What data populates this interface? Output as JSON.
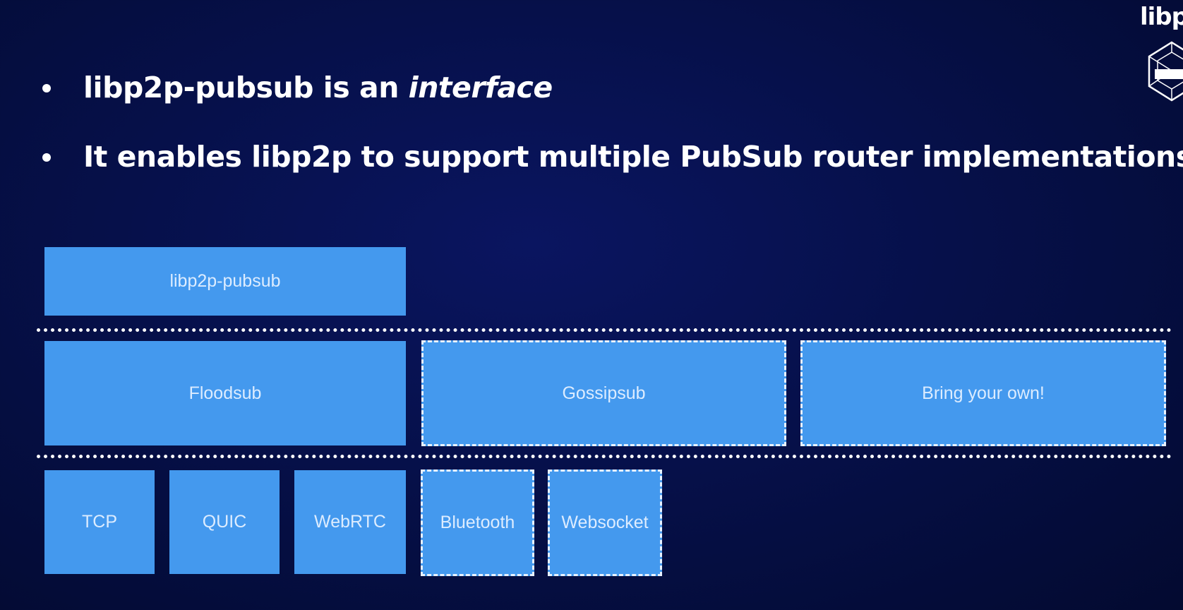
{
  "slide": {
    "bullet_1": {
      "prefix": "libp2p-pubsub is an ",
      "emphasis": "interface"
    },
    "bullet_2": {
      "text": "It enables libp2p to support multiple PubSub router implementations"
    },
    "logo_text": "libp"
  },
  "diagram": {
    "interface_layer": {
      "label": "libp2p-pubsub"
    },
    "routers": [
      {
        "label": "Floodsub",
        "style": "solid"
      },
      {
        "label": "Gossipsub",
        "style": "dashed"
      },
      {
        "label": "Bring your own!",
        "style": "dashed"
      }
    ],
    "transports": [
      {
        "label": "TCP",
        "style": "solid"
      },
      {
        "label": "QUIC",
        "style": "solid"
      },
      {
        "label": "WebRTC",
        "style": "solid"
      },
      {
        "label": "Bluetooth",
        "style": "dashed"
      },
      {
        "label": "Websocket",
        "style": "dashed"
      }
    ]
  },
  "colors": {
    "background": "#06104a",
    "box_fill": "#4499ee",
    "box_text": "#dcecff",
    "divider": "#ffffff"
  }
}
